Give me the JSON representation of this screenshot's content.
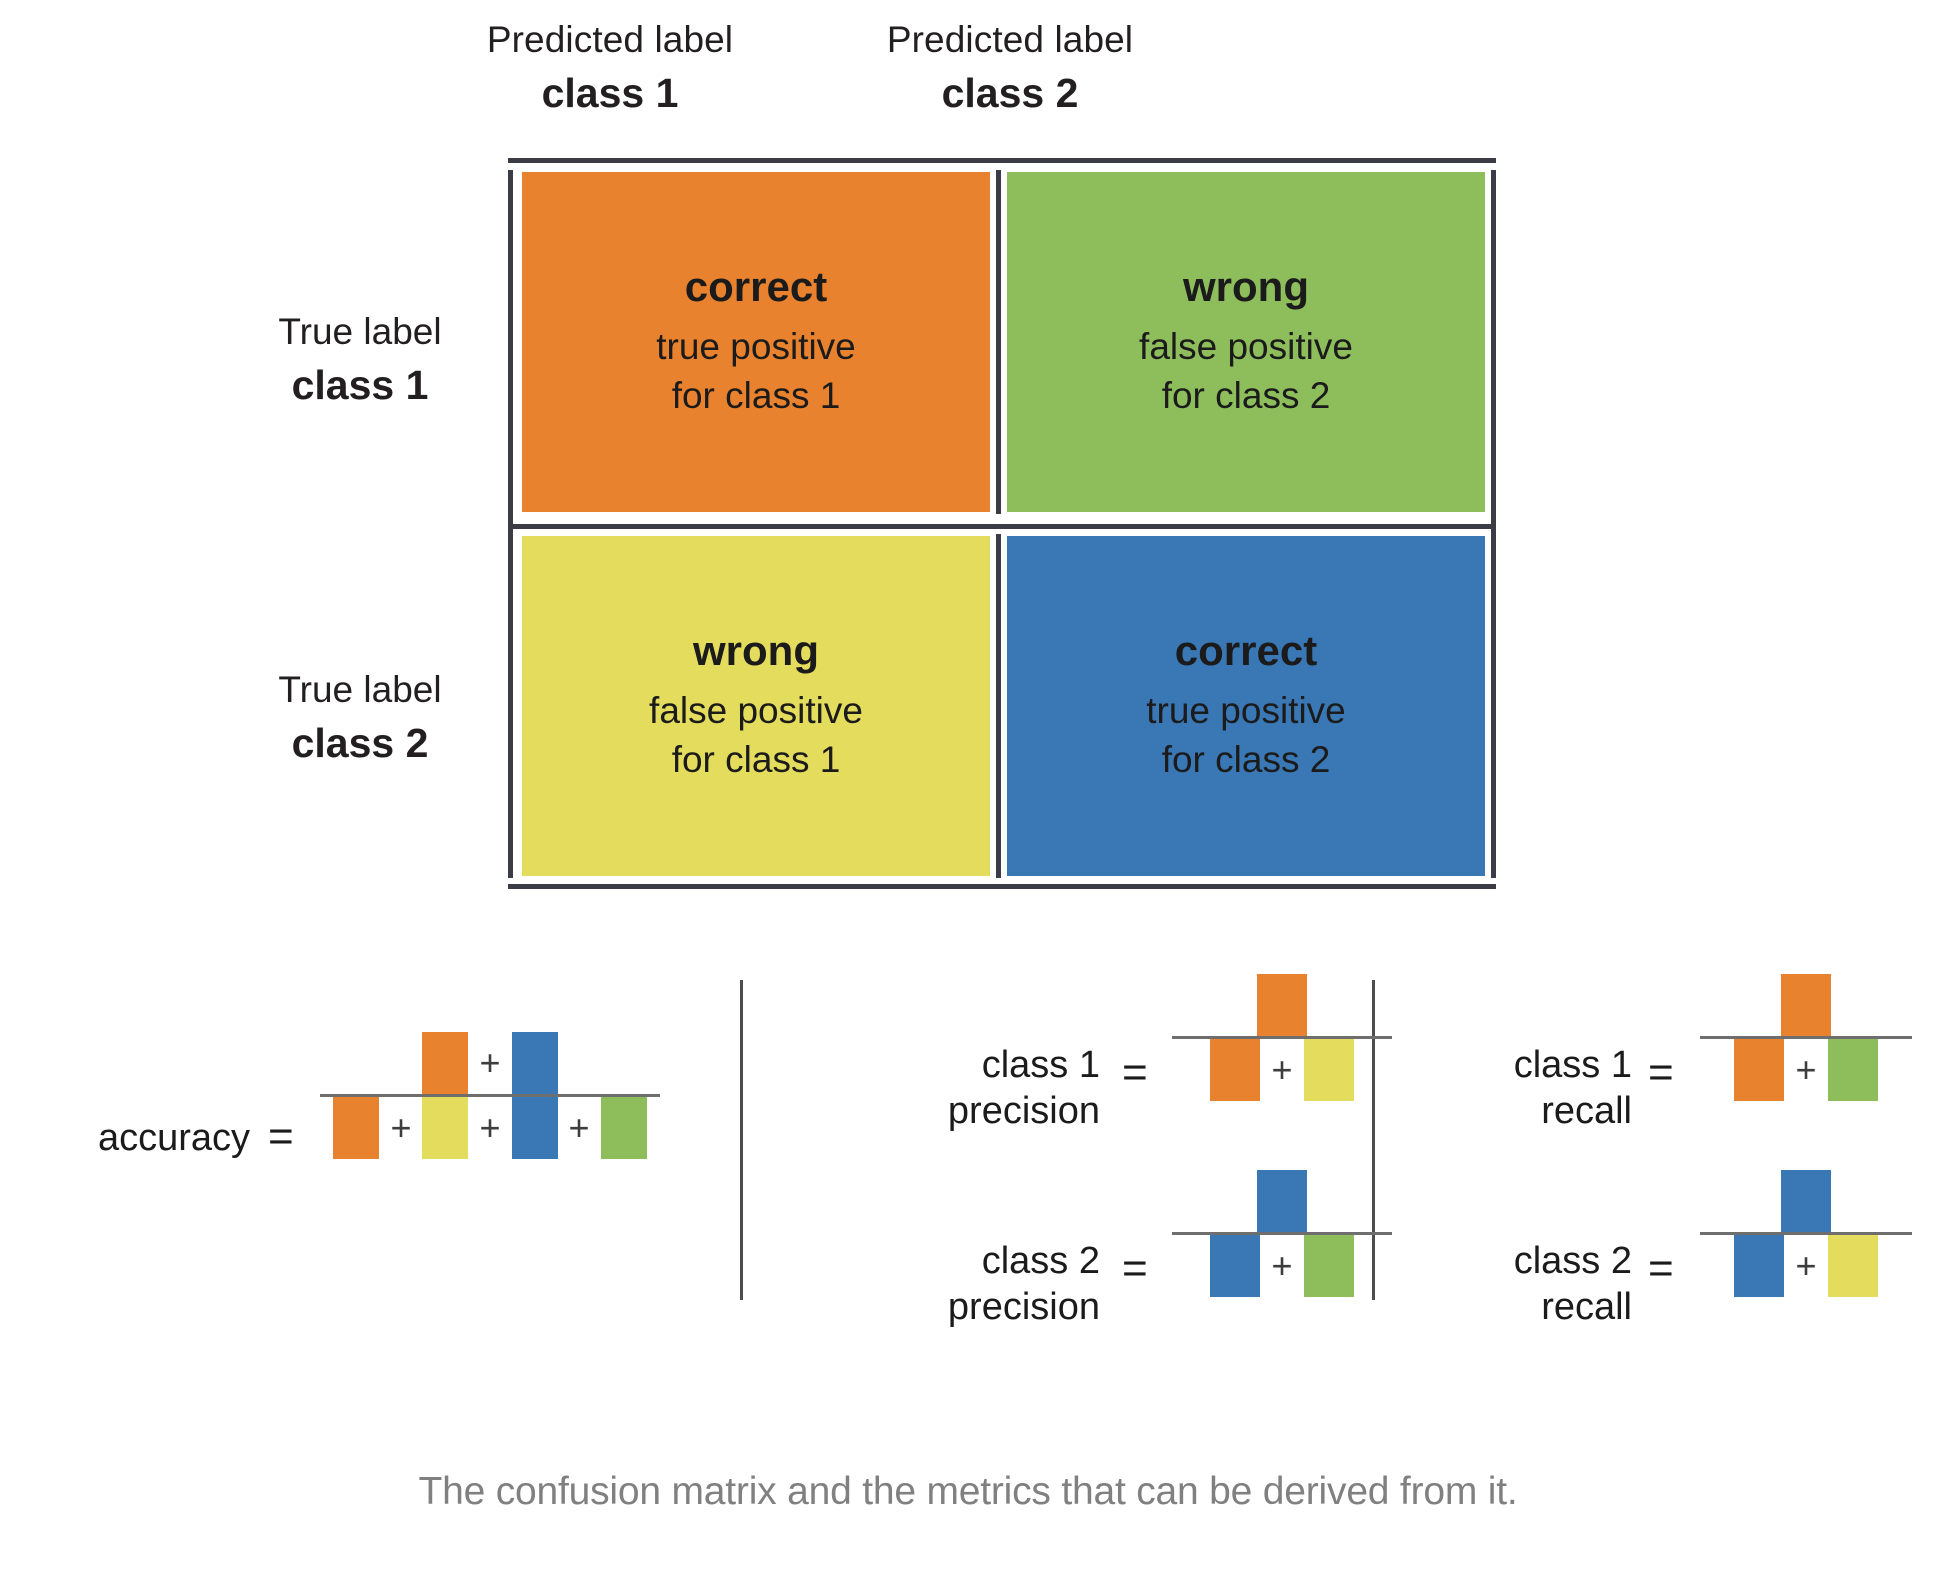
{
  "matrix": {
    "column_headers": [
      {
        "top": "Predicted label",
        "bottom": "class 1"
      },
      {
        "top": "Predicted label",
        "bottom": "class 2"
      }
    ],
    "row_headers": [
      {
        "top": "True label",
        "bottom": "class 1"
      },
      {
        "top": "True label",
        "bottom": "class 2"
      }
    ],
    "cells": [
      {
        "verdict": "correct",
        "detail_line1": "true positive",
        "detail_line2": "for class 1",
        "color": "#E8822E",
        "key": "tp1"
      },
      {
        "verdict": "wrong",
        "detail_line1": "false positive",
        "detail_line2": "for class 2",
        "color": "#8EBE5C",
        "key": "fp2"
      },
      {
        "verdict": "wrong",
        "detail_line1": "false positive",
        "detail_line2": "for class 1",
        "color": "#E4DC5C",
        "key": "fp1"
      },
      {
        "verdict": "correct",
        "detail_line1": "true positive",
        "detail_line2": "for class 2",
        "color": "#3A78B5",
        "key": "tp2"
      }
    ]
  },
  "colors": {
    "orange": "#E8822E",
    "green": "#8EBE5C",
    "yellow": "#E4DC5C",
    "blue": "#3A78B5",
    "rule": "#3c3c46",
    "divider": "#4d4d4d",
    "caption": "#808080"
  },
  "metrics": {
    "accuracy": {
      "label_line1": "accuracy",
      "label_line2": "",
      "equals": "=",
      "numerator": [
        "orange",
        "+",
        "blue"
      ],
      "denominator": [
        "orange",
        "+",
        "yellow",
        "+",
        "blue",
        "+",
        "green"
      ]
    },
    "class1_precision": {
      "label_line1": "class 1",
      "label_line2": "precision",
      "equals": "=",
      "numerator": [
        "orange"
      ],
      "denominator": [
        "orange",
        "+",
        "yellow"
      ]
    },
    "class2_precision": {
      "label_line1": "class 2",
      "label_line2": "precision",
      "equals": "=",
      "numerator": [
        "blue"
      ],
      "denominator": [
        "blue",
        "+",
        "green"
      ]
    },
    "class1_recall": {
      "label_line1": "class 1",
      "label_line2": "recall",
      "equals": "=",
      "numerator": [
        "orange"
      ],
      "denominator": [
        "orange",
        "+",
        "green"
      ]
    },
    "class2_recall": {
      "label_line1": "class 2",
      "label_line2": "recall",
      "equals": "=",
      "numerator": [
        "blue"
      ],
      "denominator": [
        "blue",
        "+",
        "yellow"
      ]
    },
    "plus_symbol": "+"
  },
  "caption": "The confusion matrix and the metrics that can be derived from it."
}
